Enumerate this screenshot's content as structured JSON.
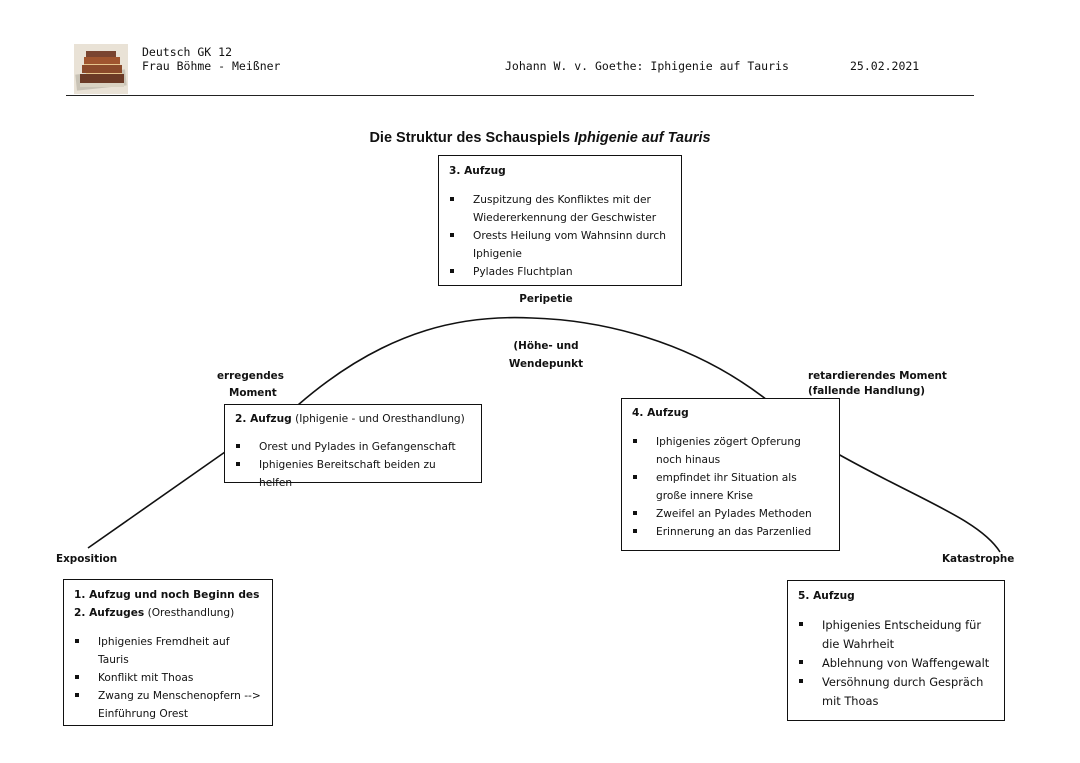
{
  "header": {
    "course": "Deutsch GK 12",
    "teacher": "Frau Böhme - Meißner",
    "work": "Johann W. v. Goethe: Iphigenie auf Tauris",
    "date": "25.02.2021"
  },
  "title": {
    "main": "Die Struktur des Schauspiels ",
    "italic": "Iphigenie auf Tauris"
  },
  "labels": {
    "peripetie": "Peripetie",
    "hoehe_line1": "(Höhe- und",
    "hoehe_line2": "Wendepunkt",
    "erregend_line1": "erregendes",
    "erregend_line2": "Moment",
    "retard_line1": "retardierendes Moment",
    "retard_line2": "(fallende Handlung)",
    "exposition": "Exposition",
    "katastrophe": "Katastrophe"
  },
  "acts": {
    "act3": {
      "heading": "3. Aufzug",
      "items": [
        "Zuspitzung des Konfliktes mit der Wiedererkennung der Geschwister",
        "Orests Heilung vom Wahnsinn durch Iphigenie",
        "Pylades Fluchtplan"
      ]
    },
    "act2": {
      "heading": "2. Aufzug",
      "heading_suffix": " (Iphigenie - und Oresthandlung)",
      "items": [
        "Orest und Pylades in Gefangenschaft",
        "Iphigenies Bereitschaft beiden zu helfen"
      ]
    },
    "act4": {
      "heading": "4. Aufzug",
      "items": [
        "Iphigenies zögert Opferung noch hinaus",
        "empfindet ihr Situation als große innere Krise",
        "Zweifel an Pylades Methoden",
        "Erinnerung an das Parzenlied"
      ]
    },
    "act1": {
      "heading": "1. Aufzug und noch Beginn des 2. Aufzuges",
      "heading_suffix": " (Oresthandlung)",
      "items": [
        "Iphigenies Fremdheit auf Tauris",
        "Konflikt mit Thoas",
        "Zwang zu Menschenopfern --> Einführung Orest"
      ]
    },
    "act5": {
      "heading": "5. Aufzug",
      "items": [
        "Iphigenies Entscheidung für die Wahrheit",
        "Ablehnung von Waffengewalt",
        "Versöhnung durch Gespräch mit Thoas"
      ]
    }
  },
  "logo_icon": "stacked-books-icon"
}
